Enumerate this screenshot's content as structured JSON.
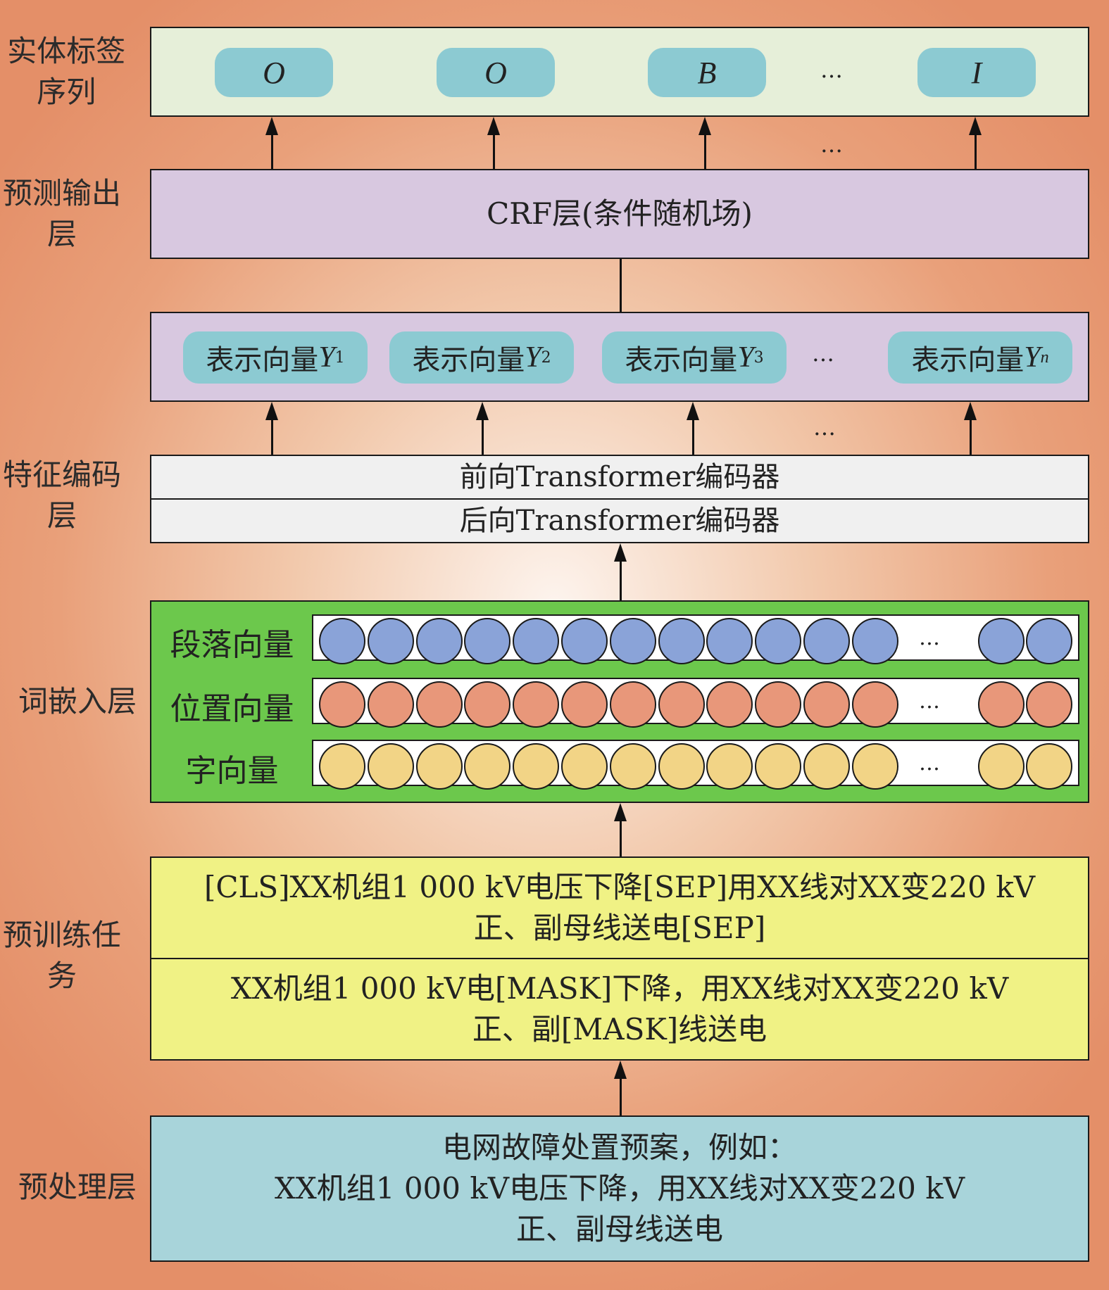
{
  "side_labels": {
    "entity_tags": "实体标签序列",
    "prediction": "预测输出层",
    "feature": "特征编码层",
    "embedding": "词嵌入层",
    "pretrain": "预训练任务",
    "preprocess": "预处理层"
  },
  "tags": {
    "t1": "O",
    "t2": "O",
    "t3": "B",
    "t4": "I",
    "ellipsis": "…"
  },
  "crf": {
    "label": "CRF层(条件随机场)"
  },
  "representations": {
    "prefix": "表示向量",
    "var": "Y",
    "sub1": "1",
    "sub2": "2",
    "sub3": "3",
    "subn": "n",
    "ellipsis": "…"
  },
  "encoders": {
    "forward": "前向Transformer编码器",
    "backward": "后向Transformer编码器"
  },
  "embeddings": {
    "segment": "段落向量",
    "position": "位置向量",
    "token": "字向量",
    "ellipsis": "…",
    "colors": {
      "frame": "#6cc84c",
      "segment": "#8aa3d8",
      "position": "#e8977a",
      "token": "#f2d486"
    }
  },
  "pretrain": {
    "task1_line1": "[CLS]XX机组1 000 kV电压下降[SEP]用XX线对XX变220 kV",
    "task1_line2": "正、副母线送电[SEP]",
    "task2_line1": "XX机组1 000 kV电[MASK]下降，用XX线对XX变220 kV",
    "task2_line2": "正、副[MASK]线送电"
  },
  "preprocess": {
    "line1": "电网故障处置预案，例如：",
    "line2": "XX机组1 000 kV电压下降，用XX线对XX变220 kV",
    "line3": "正、副母线送电"
  }
}
